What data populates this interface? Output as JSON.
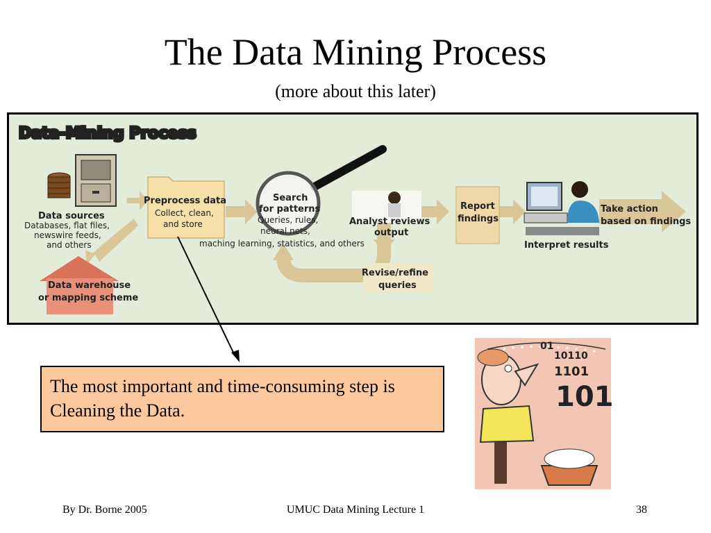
{
  "slide": {
    "title": "The Data Mining Process",
    "subtitle": "(more about this later)"
  },
  "diagram": {
    "heading": "Data-Mining Process",
    "data_sources": {
      "title": "Data sources",
      "lines": [
        "Databases, flat files,",
        "newswire feeds,",
        "and others"
      ]
    },
    "warehouse": {
      "lines": [
        "Data warehouse",
        "or mapping scheme"
      ]
    },
    "preprocess": {
      "title": "Preprocess data",
      "lines": [
        "Collect, clean,",
        "and store"
      ]
    },
    "search": {
      "title_lines": [
        "Search",
        "for patterns"
      ],
      "lines": [
        "Queries, rules,",
        "neural nets,"
      ],
      "methods": "maching learning, statistics, and others"
    },
    "analyst": {
      "lines": [
        "Analyst reviews",
        "output"
      ]
    },
    "revise": {
      "lines": [
        "Revise/refine",
        "queries"
      ]
    },
    "report": {
      "lines": [
        "Report",
        "findings"
      ]
    },
    "interpret": {
      "label": "Interpret results"
    },
    "action": {
      "lines": [
        "Take action",
        "based on findings"
      ]
    },
    "binary_digits": [
      "01",
      "10110",
      "1101",
      "101"
    ]
  },
  "callout": {
    "text": "The most important and time-consuming step is Cleaning the Data."
  },
  "footer": {
    "author": "By Dr. Borne 2005",
    "course": "UMUC Data Mining Lecture 1",
    "page": "38"
  },
  "colors": {
    "diagram_bg": "#e3ecd9",
    "arrow": "#d9c79a",
    "callout_bg": "#fcc99c",
    "house": "#e8907a",
    "report": "#f0d7a8"
  }
}
